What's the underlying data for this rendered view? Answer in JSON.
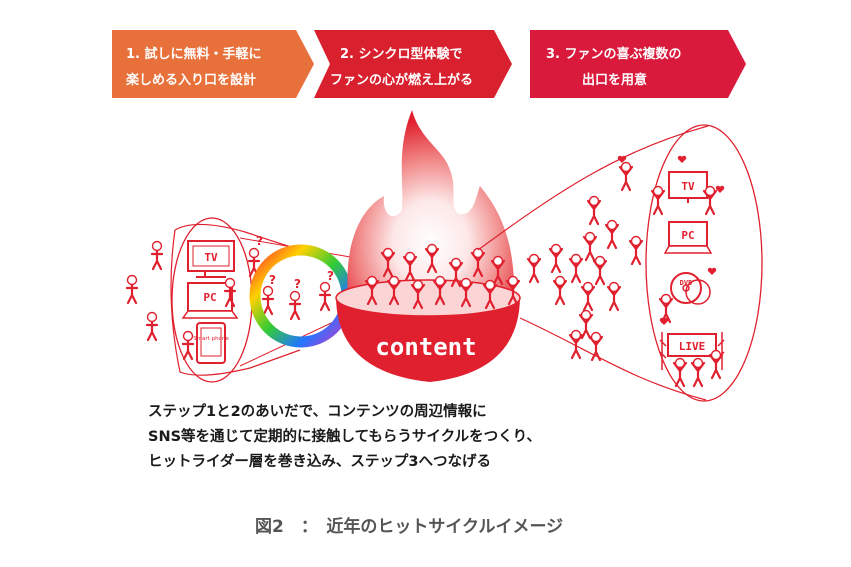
{
  "steps": [
    {
      "line1": "1.  試しに無料・手軽に",
      "line2": "楽しめる入り口を設計",
      "color": "#e8703a"
    },
    {
      "line1": "2. シンクロ型体験で",
      "line2": "ファンの心が燃え上がる",
      "color": "#d9202e"
    },
    {
      "line1": "3. ファンの喜ぶ複数の",
      "line2": "出口を用意",
      "color": "#d91a3c"
    }
  ],
  "left_screens": {
    "tv": "TV",
    "pc": "PC",
    "phone": "Smart phone"
  },
  "center": {
    "label": "content"
  },
  "right_screens": {
    "tv": "TV",
    "pc": "PC",
    "dvd": "DVD",
    "live": "LIVE"
  },
  "caption": {
    "line1": "ステップ1と2のあいだで、コンテンツの周辺情報に",
    "line2": "SNS等を通じて定期的に接触してもらうサイクルをつくり、",
    "line3": "ヒットライダー層を巻き込み、ステップ3へつなげる"
  },
  "figure_title": "図2　：　近年のヒットサイクルイメージ",
  "colors": {
    "accent_red": "#e0202e",
    "step1": "#e8703a",
    "step2": "#d9202e",
    "step3": "#d91a3c"
  }
}
